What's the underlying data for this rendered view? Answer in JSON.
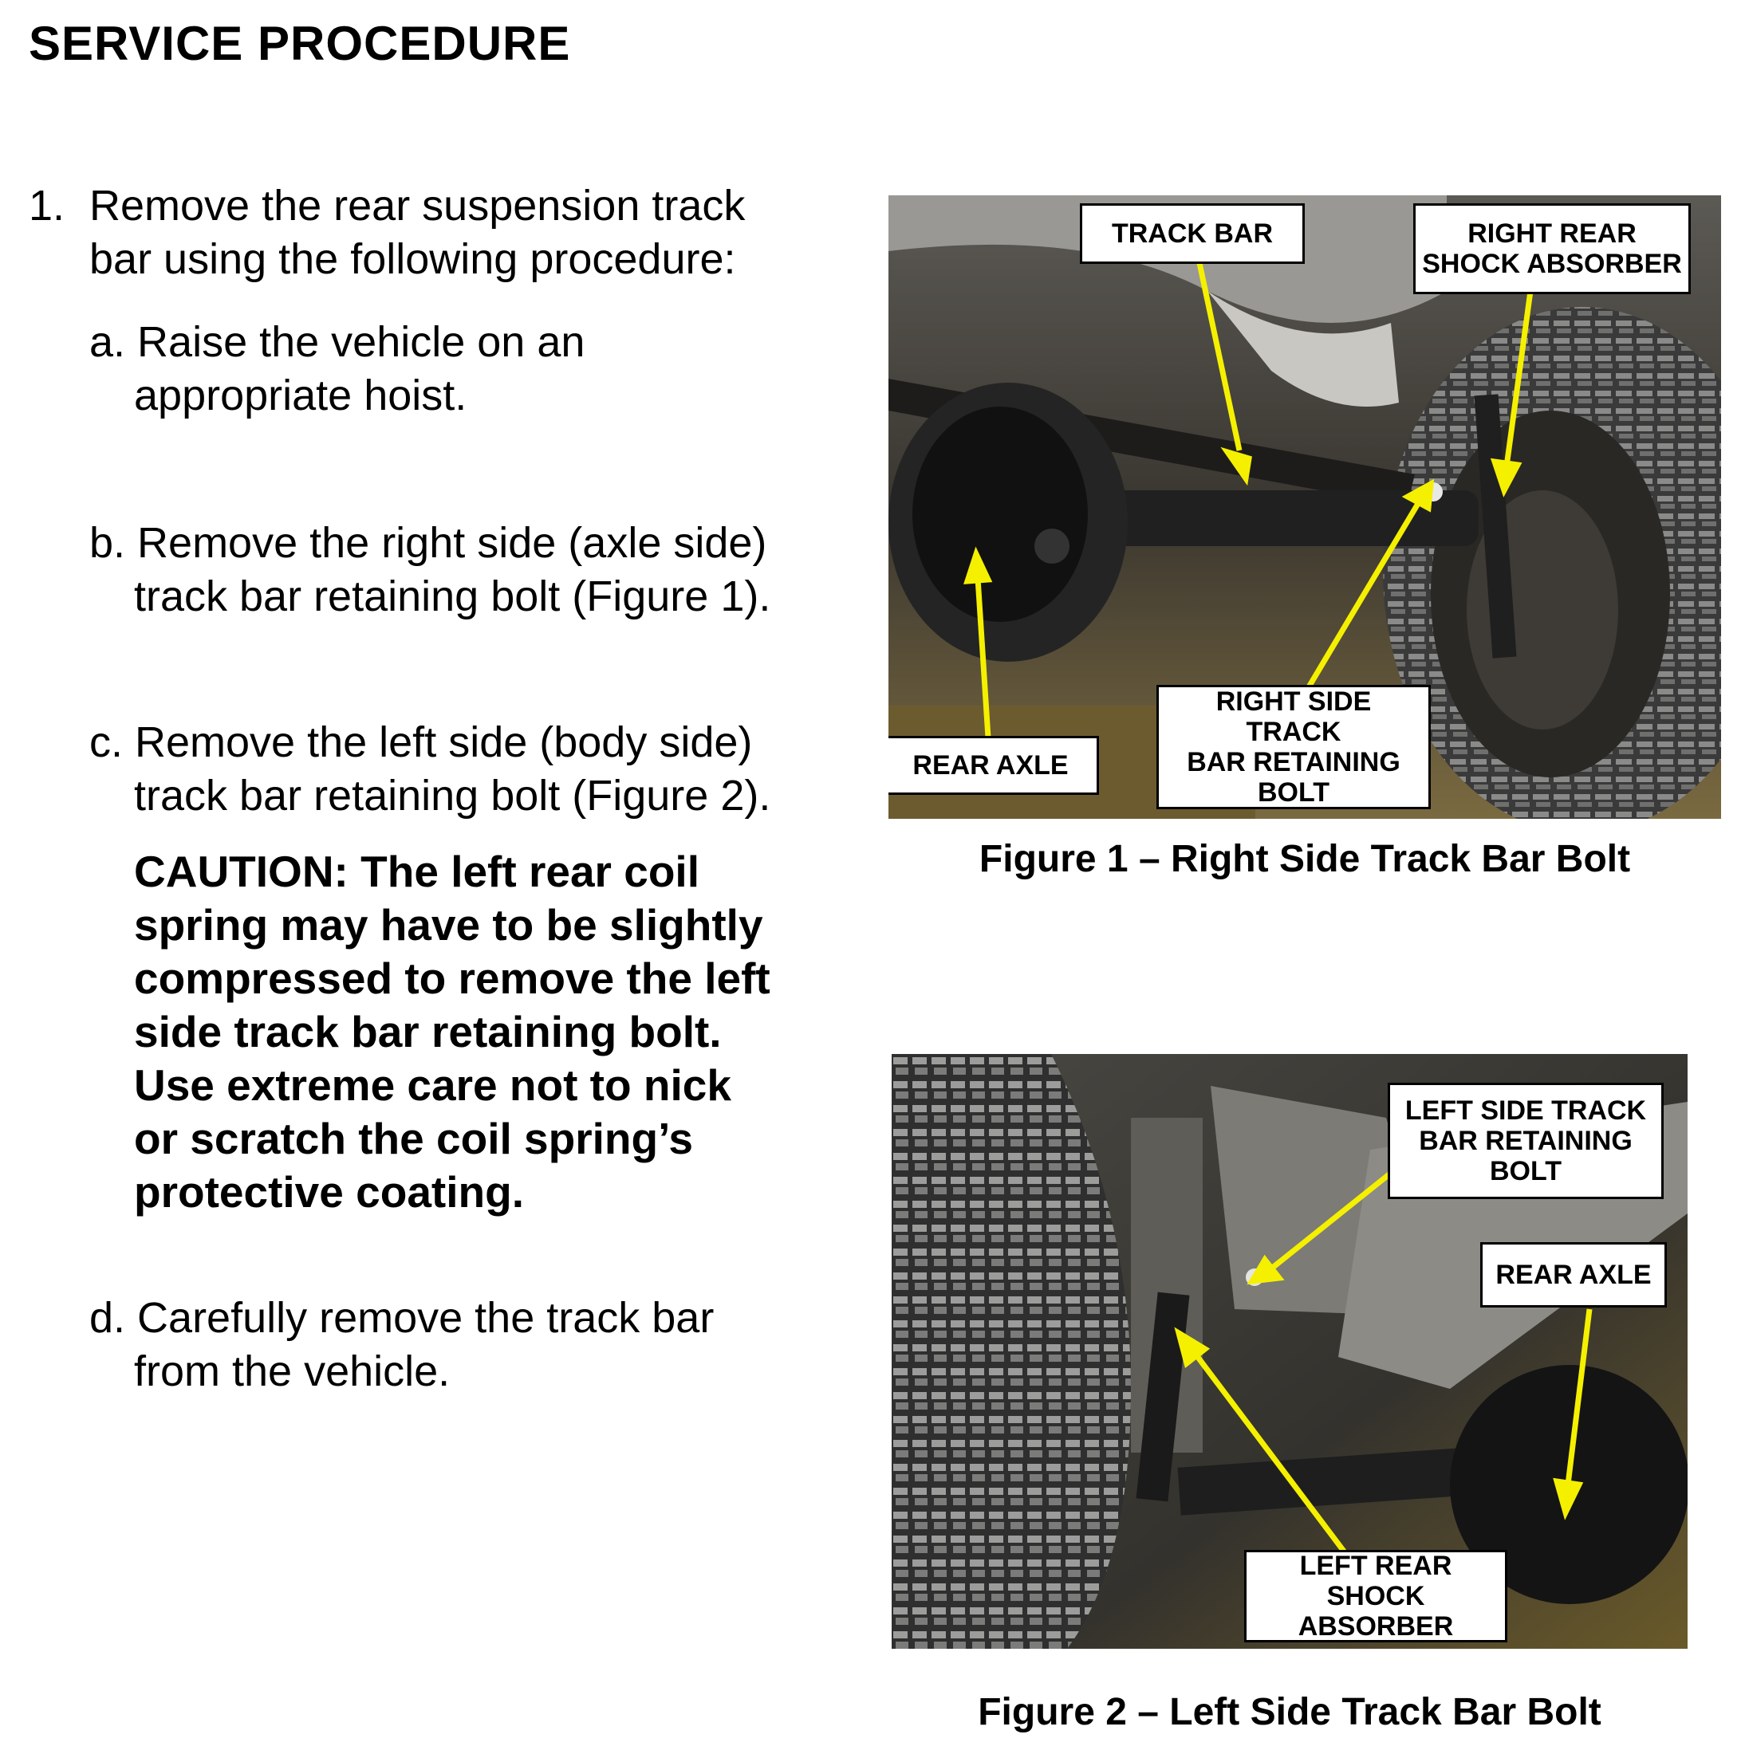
{
  "page": {
    "title": "SERVICE PROCEDURE"
  },
  "steps": {
    "s1_num": "1.",
    "s1_line1": "Remove the rear suspension track",
    "s1_line2": "bar using the following procedure:",
    "a_line1": "a. Raise the vehicle on an",
    "a_line2": "appropriate hoist.",
    "b_line1": "b. Remove the right side (axle side)",
    "b_line2": "track bar retaining bolt (Figure 1).",
    "c_line1": "c. Remove the left side (body side)",
    "c_line2": "track bar retaining bolt (Figure 2).",
    "caution": [
      "CAUTION: The left rear coil",
      "spring may have to be slightly",
      "compressed to remove the left",
      "side track bar retaining bolt.",
      "Use extreme care not to nick",
      "or scratch the coil spring’s",
      "protective coating."
    ],
    "d_line1": "d. Carefully remove the track bar",
    "d_line2": "from the vehicle."
  },
  "figure1": {
    "caption": "Figure 1 – Right Side Track Bar Bolt",
    "callouts": {
      "track_bar": "TRACK BAR",
      "shock_line1": "RIGHT REAR",
      "shock_line2": "SHOCK ABSORBER",
      "rear_axle": "REAR AXLE",
      "bolt_line1": "RIGHT SIDE TRACK",
      "bolt_line2": "BAR RETAINING",
      "bolt_line3": "BOLT"
    },
    "arrow_color": "#f5f000"
  },
  "figure2": {
    "caption": "Figure 2 – Left Side Track Bar Bolt",
    "callouts": {
      "bolt_line1": "LEFT SIDE TRACK",
      "bolt_line2": "BAR RETAINING",
      "bolt_line3": "BOLT",
      "rear_axle": "REAR AXLE",
      "shock_line1": "LEFT REAR SHOCK",
      "shock_line2": "ABSORBER"
    },
    "arrow_color": "#f5f000"
  }
}
